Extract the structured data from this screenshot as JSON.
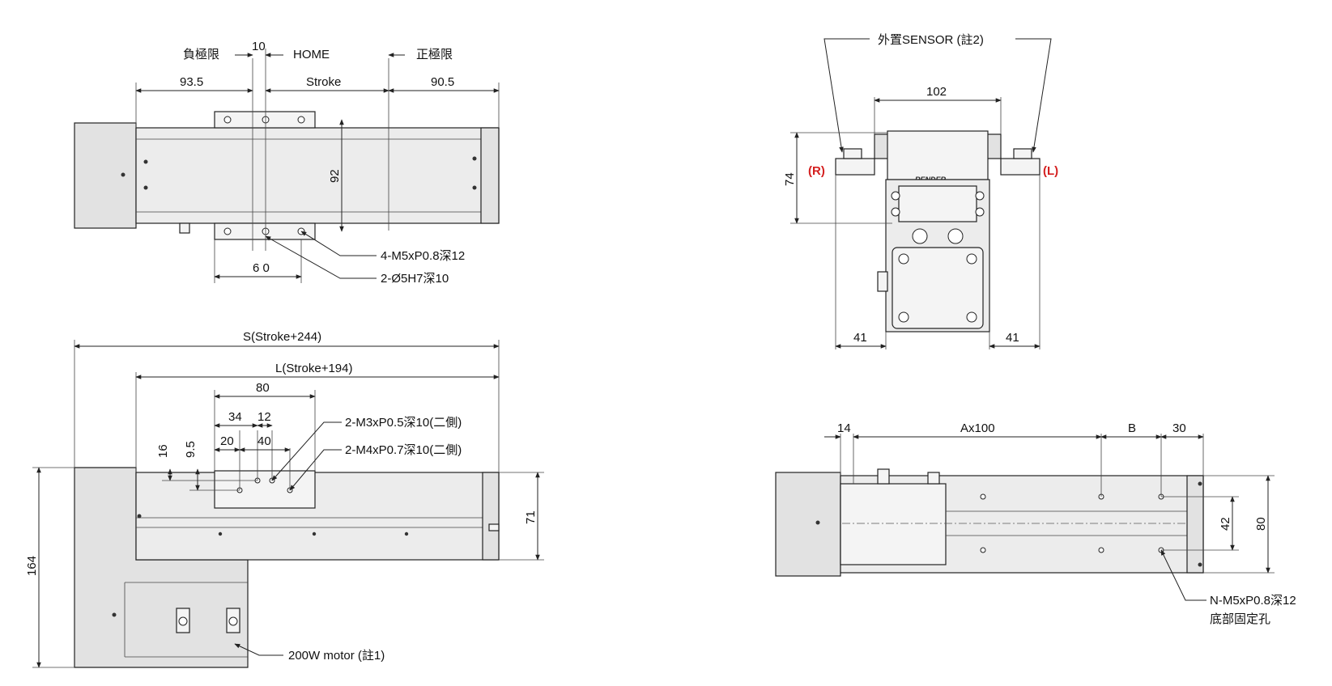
{
  "top_view": {
    "label_neg_limit": "負極限",
    "label_10": "10",
    "label_home": "HOME",
    "label_pos_limit": "正極限",
    "dim_93_5": "93.5",
    "dim_stroke": "Stroke",
    "dim_90_5": "90.5",
    "dim_92": "92",
    "dim_60": "6 0",
    "note_m5": "4-M5xP0.8深12",
    "note_d5": "2-Ø5H7深10"
  },
  "side_view": {
    "dim_s": "S(Stroke+244)",
    "dim_l": "L(Stroke+194)",
    "dim_80": "80",
    "dim_34": "34",
    "dim_12": "12",
    "dim_20": "20",
    "dim_40": "40",
    "dim_16": "16",
    "dim_9_5": "9.5",
    "dim_71": "71",
    "dim_164": "164",
    "note_m3": "2-M3xP0.5深10(二側)",
    "note_m4": "2-M4xP0.7深10(二側)",
    "note_motor": "200W motor (註1)"
  },
  "end_view": {
    "sensor_label": "外置SENSOR (註2)",
    "dim_102": "102",
    "dim_74": "74",
    "label_r": "(R)",
    "label_l": "(L)",
    "dim_41_left": "41",
    "dim_41_right": "41",
    "brand": "RENDER"
  },
  "bottom_view": {
    "dim_14": "14",
    "dim_ax100": "Ax100",
    "dim_b": "B",
    "dim_30": "30",
    "dim_42": "42",
    "dim_80": "80",
    "note_n_m5": "N-M5xP0.8深12",
    "note_fix": "底部固定孔"
  }
}
